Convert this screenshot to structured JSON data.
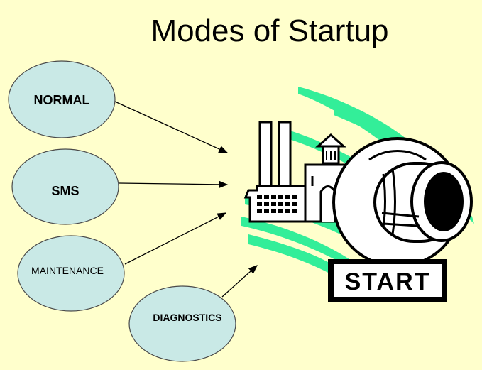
{
  "title": "Modes of Startup",
  "modes": [
    {
      "label": "NORMAL",
      "bold": true
    },
    {
      "label": "SMS",
      "bold": true
    },
    {
      "label": "MAINTENANCE",
      "bold": false
    },
    {
      "label": "DIAGNOSTICS",
      "bold": true
    }
  ],
  "start_sign": {
    "label": "START"
  },
  "colors": {
    "background": "#ffffcc",
    "ellipse_fill": "#c9e9e6",
    "swoosh": "#33ee99",
    "arrow": "#000000"
  }
}
